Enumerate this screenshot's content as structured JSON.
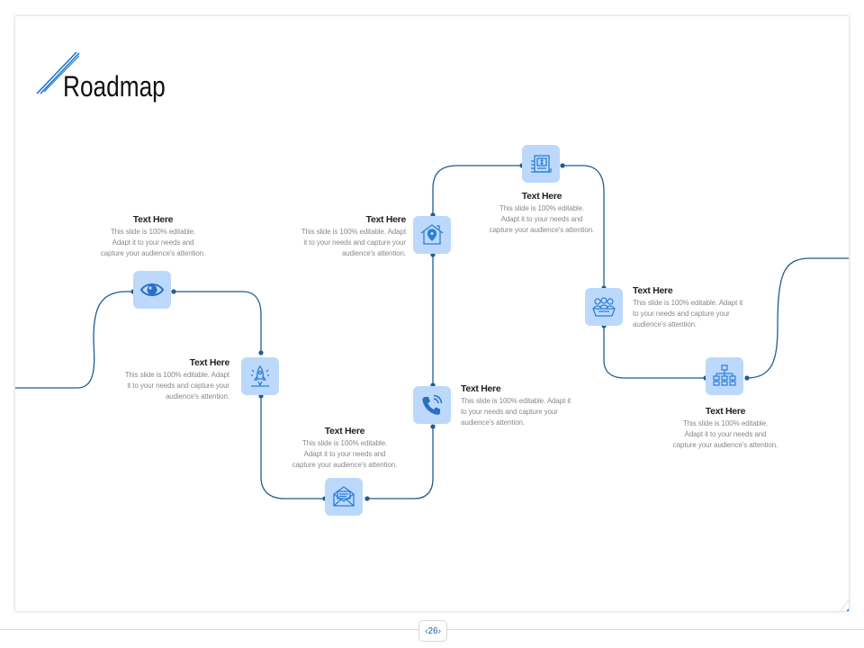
{
  "slide": {
    "title": "Roadmap",
    "page_number": "26"
  },
  "colors": {
    "accent": "#1a73d1",
    "line": "#1f5c91",
    "node_fill": "#bcd8fb",
    "icon": "#2a7ed6"
  },
  "milestones": [
    {
      "id": "view",
      "icon": "eye-icon",
      "heading": "Text Here",
      "lines": [
        "This slide is 100% editable.",
        "Adapt it to your needs and",
        "capture your audience's attention."
      ]
    },
    {
      "id": "launch",
      "icon": "rocket-icon",
      "heading": "Text Here",
      "lines": [
        "This slide is 100% editable. Adapt",
        "it to your needs and capture your",
        "audience's attention."
      ]
    },
    {
      "id": "mail",
      "icon": "envelope-icon",
      "heading": "Text Here",
      "lines": [
        "This slide is 100% editable.",
        "Adapt it to your needs and",
        "capture your audience's attention."
      ]
    },
    {
      "id": "call",
      "icon": "phone-icon",
      "heading": "Text Here",
      "lines": [
        "This slide is 100% editable. Adapt it",
        "to your needs and capture your",
        "audience's attention."
      ]
    },
    {
      "id": "location",
      "icon": "location-house-icon",
      "heading": "Text Here",
      "lines": [
        "This slide is 100% editable. Adapt",
        "it to your needs and capture your",
        "audience's attention."
      ]
    },
    {
      "id": "finance",
      "icon": "money-card-icon",
      "heading": "Text Here",
      "lines": [
        "This slide is 100% editable.",
        "Adapt it to your needs and",
        "capture your audience's attention."
      ]
    },
    {
      "id": "team",
      "icon": "team-icon",
      "heading": "Text Here",
      "lines": [
        "This slide is 100% editable. Adapt it",
        "to your needs and capture your",
        "audience's attention."
      ]
    },
    {
      "id": "network",
      "icon": "hierarchy-icon",
      "heading": "Text Here",
      "lines": [
        "This slide is 100% editable.",
        "Adapt it to your needs and",
        "capture your audience's attention."
      ]
    }
  ]
}
